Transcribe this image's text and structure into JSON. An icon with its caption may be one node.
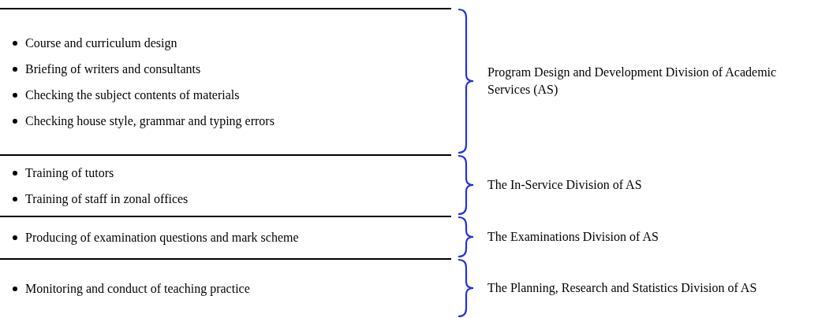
{
  "diagram": {
    "nodes": [
      {
        "text": [
          "Course and curriculum design",
          "Briefing of writers and consultants",
          "Checking the subject contents of materials",
          "Checking house style, grammar and typing errors"
        ],
        "beside": [
          "Program Design and Development Division of Academic Services (AS)"
        ]
      },
      {
        "text": [
          "Training of tutors",
          "Training of staff in zonal offices"
        ],
        "beside": [
          "The In-Service Division of AS"
        ]
      },
      {
        "text": [
          "Producing of examination questions and mark scheme"
        ],
        "beside": [
          "The Examinations Division of AS"
        ]
      },
      {
        "text": [
          "Monitoring and conduct of teaching practice"
        ],
        "beside": [
          "The Planning, Research and Statistics Division of AS"
        ]
      }
    ]
  }
}
